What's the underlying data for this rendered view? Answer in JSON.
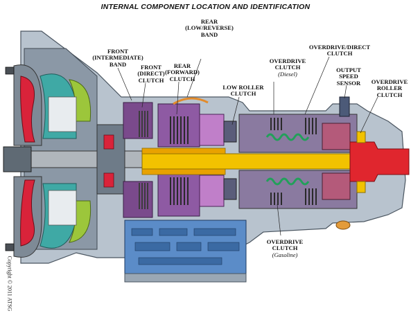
{
  "title": "INTERNAL COMPONENT LOCATION AND IDENTIFICATION",
  "labels": {
    "front_band": {
      "line1": "FRONT",
      "line2": "(INTERMEDIATE)",
      "line3": "BAND"
    },
    "front_clutch": {
      "line1": "FRONT",
      "line2": "(DIRECT)",
      "line3": "CLUTCH"
    },
    "rear_band": {
      "line1": "REAR",
      "line2": "(LOW/REVERSE)",
      "line3": "BAND"
    },
    "rear_clutch": {
      "line1": "REAR",
      "line2": "(FORWARD)",
      "line3": "CLUTCH"
    },
    "low_roller_clutch": {
      "line1": "LOW ROLLER",
      "line2": "CLUTCH"
    },
    "overdrive_clutch_diesel": {
      "line1": "OVERDRIVE",
      "line2": "CLUTCH",
      "line3": "(Diesel)"
    },
    "overdrive_direct_clutch": {
      "line1": "OVERDRIVE/DIRECT",
      "line2": "CLUTCH"
    },
    "output_speed_sensor": {
      "line1": "OUTPUT",
      "line2": "SPEED",
      "line3": "SENSOR"
    },
    "overdrive_roller_clutch": {
      "line1": "OVERDRIVE",
      "line2": "ROLLER",
      "line3": "CLUTCH"
    },
    "overdrive_clutch_gasoline": {
      "line1": "OVERDRIVE",
      "line2": "CLUTCH",
      "line3": "(Gasoline)"
    }
  },
  "copyright": "Copyright © 2011 ATSG",
  "colors": {
    "case": "#9aa7b4",
    "case_dark": "#55606b",
    "shaft": "#f2c200",
    "converter_red": "#d9233a",
    "converter_green": "#9cc63b",
    "converter_teal": "#3fa9a5",
    "clutch_purple": "#7a4a8c",
    "spring_green": "#22a05a",
    "output_red": "#e0262e",
    "valve_body_blue": "#5b8cc8",
    "leader": "#222222"
  }
}
